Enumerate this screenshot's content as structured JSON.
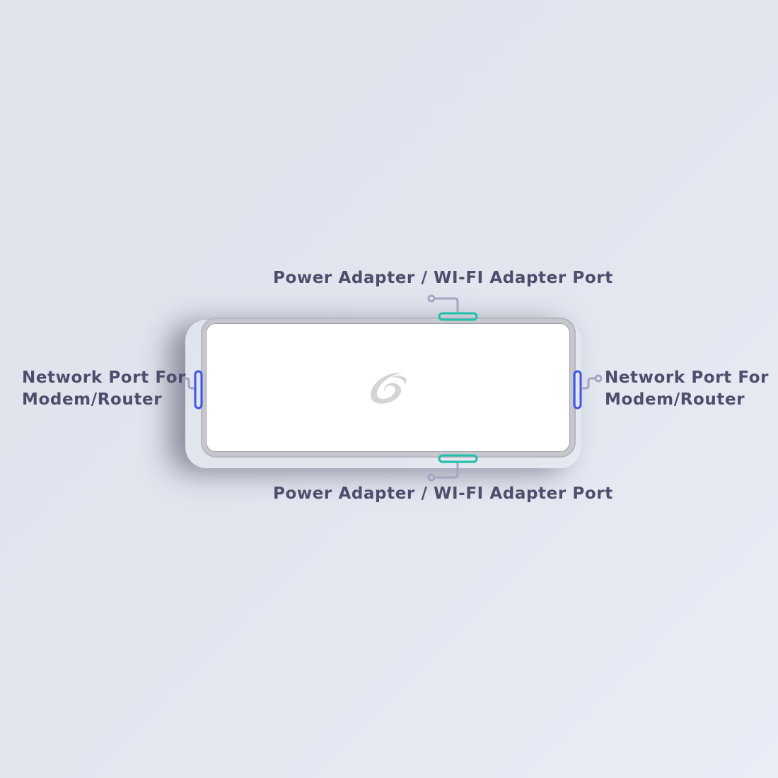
{
  "labels": {
    "top": "Power Adapter / WI-FI Adapter Port",
    "bottom": "Power Adapter / WI-FI Adapter Port",
    "left_line1": "Network Port For",
    "left_line2": "Modem/Router",
    "right_line1": "Network Port For",
    "right_line2": "Modem/Router"
  },
  "colors": {
    "power_port": "#1fbfa8",
    "network_port": "#4055e8",
    "leader_line": "#a7a3c2",
    "text": "#4f4d6b"
  },
  "device": {
    "logo": "swirl-logo-icon"
  }
}
